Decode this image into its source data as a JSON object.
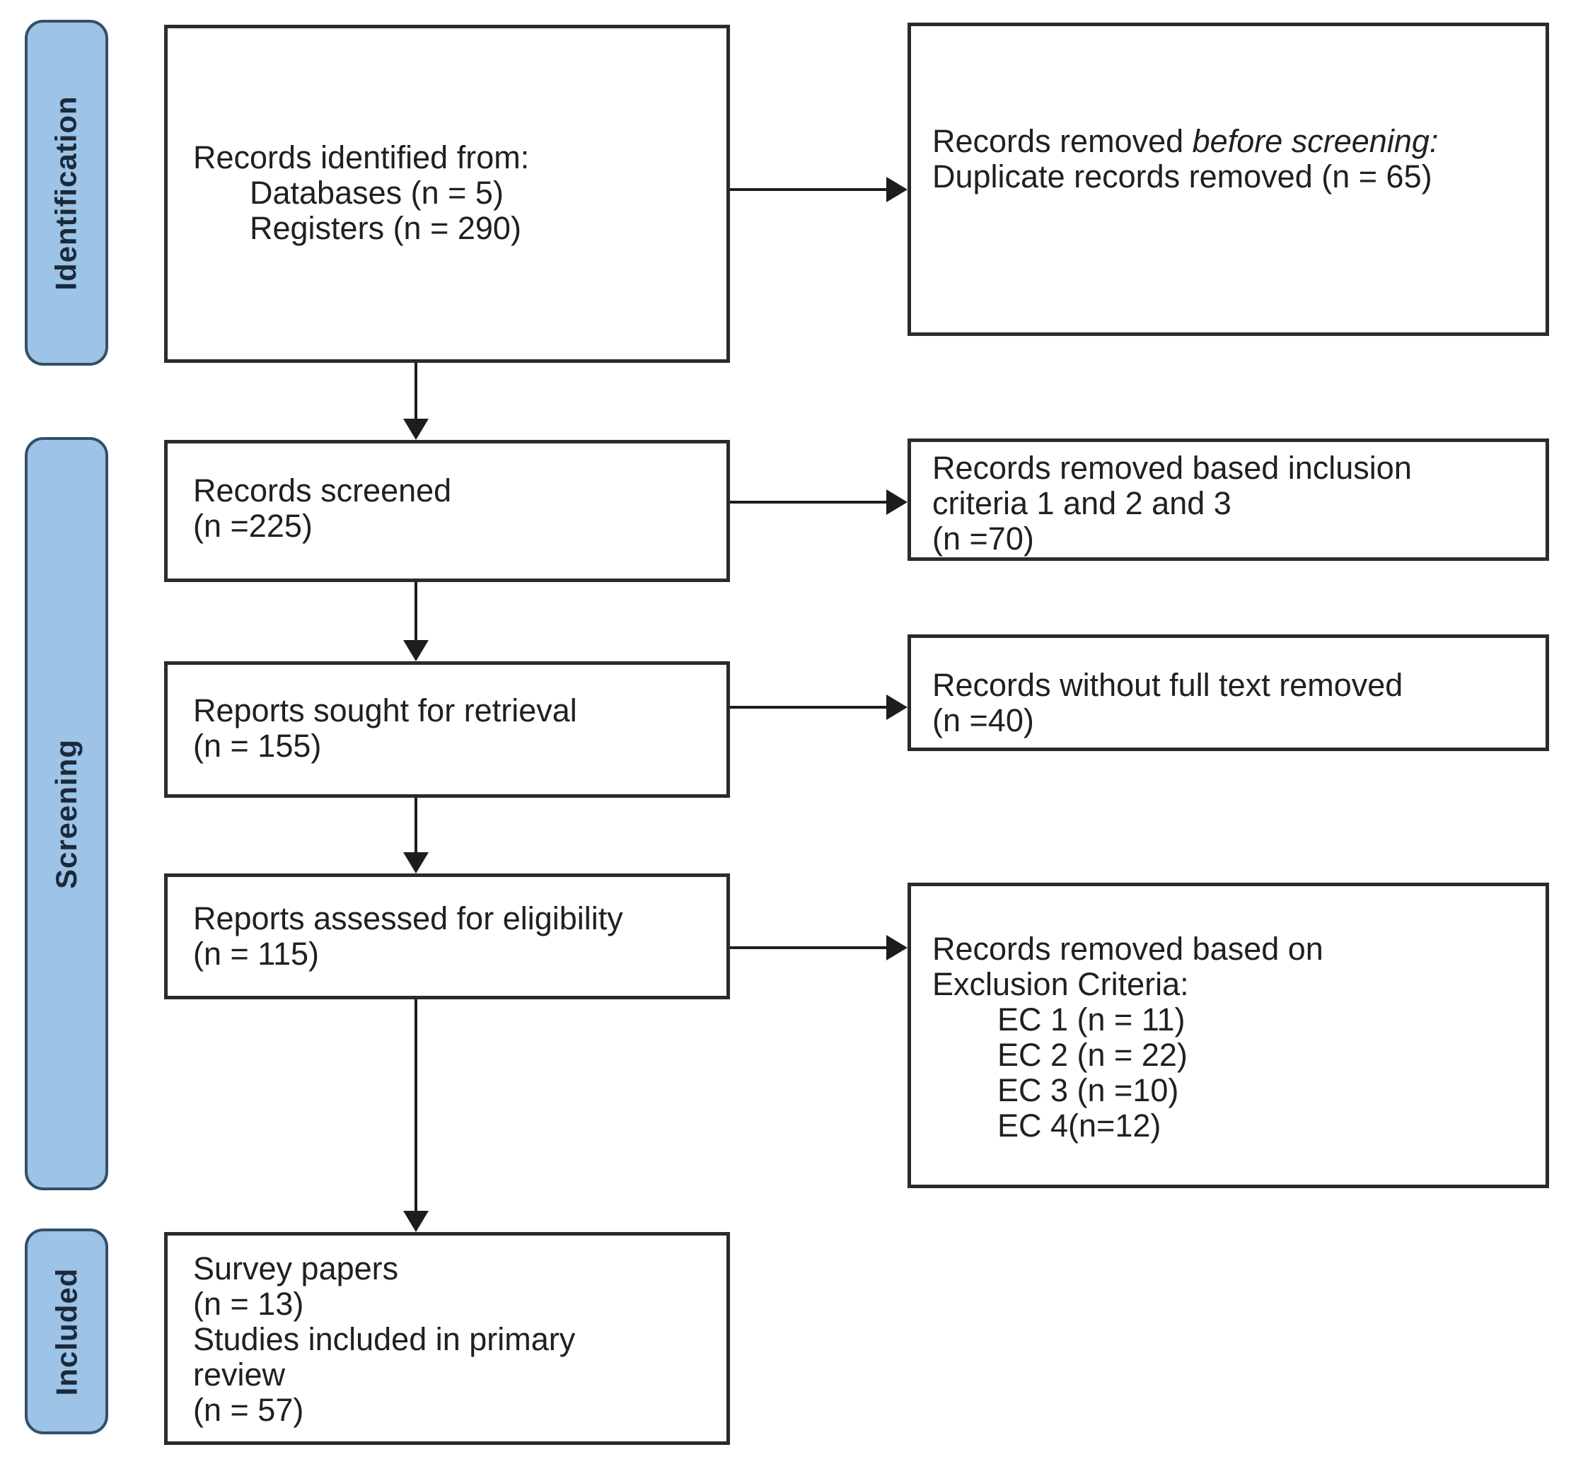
{
  "sidebar": {
    "identification": "Identification",
    "screening": "Screening",
    "included": "Included"
  },
  "left_boxes": {
    "identified": {
      "lines": [
        "Records identified from:",
        "Databases (n = 5)",
        "Registers (n = 290)"
      ]
    },
    "screened": {
      "lines": [
        "Records screened",
        "(n =225)"
      ]
    },
    "retrieval": {
      "lines": [
        "Reports sought for retrieval",
        "(n = 155)"
      ]
    },
    "eligibility": {
      "lines": [
        "Reports assessed for eligibility",
        "(n = 115)"
      ]
    },
    "final_included": {
      "lines": [
        "Survey papers",
        "(n = 13)",
        "Studies included in primary",
        "review",
        "(n = 57)"
      ]
    }
  },
  "right_boxes": {
    "before_screening": {
      "prefix": "Records removed ",
      "italic": "before screening:",
      "line2": "Duplicate records removed (n = 65)"
    },
    "inclusion": {
      "lines": [
        "Records removed based inclusion",
        "criteria 1 and 2 and 3",
        "(n =70)"
      ]
    },
    "fulltext": {
      "lines": [
        "Records without full text removed",
        "(n =40)"
      ]
    },
    "exclusion": {
      "lines": [
        "Records removed based on",
        "Exclusion Criteria:"
      ],
      "ec": [
        "EC 1 (n = 11)",
        "EC 2 (n = 22)",
        "EC 3 (n =10)",
        "EC 4(n=12)"
      ]
    }
  },
  "colors": {
    "bar_fill": "#9DC3E6",
    "bar_border": "#33506B",
    "bar_text": "#1B2A3B",
    "box_border": "#2B2B2B",
    "text": "#202020",
    "arrow": "#1D1D1D",
    "background": "#FFFFFF"
  }
}
